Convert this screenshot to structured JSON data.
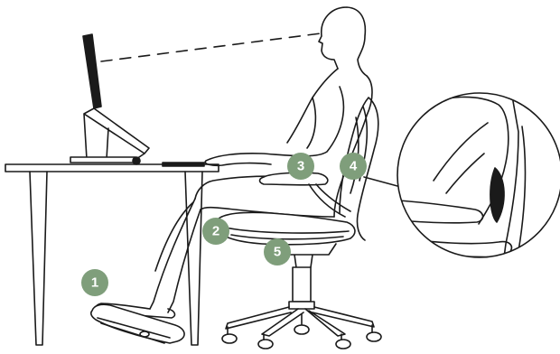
{
  "diagram": {
    "colors": {
      "line": "#1a1a1a",
      "badge_fill": "#7f9e7b",
      "badge_text": "#ffffff"
    },
    "callouts": [
      {
        "id": "footrest",
        "label": "1"
      },
      {
        "id": "seat-height",
        "label": "2"
      },
      {
        "id": "armrest",
        "label": "3"
      },
      {
        "id": "lumbar-support",
        "label": "4"
      },
      {
        "id": "seat-depth",
        "label": "5"
      }
    ]
  }
}
